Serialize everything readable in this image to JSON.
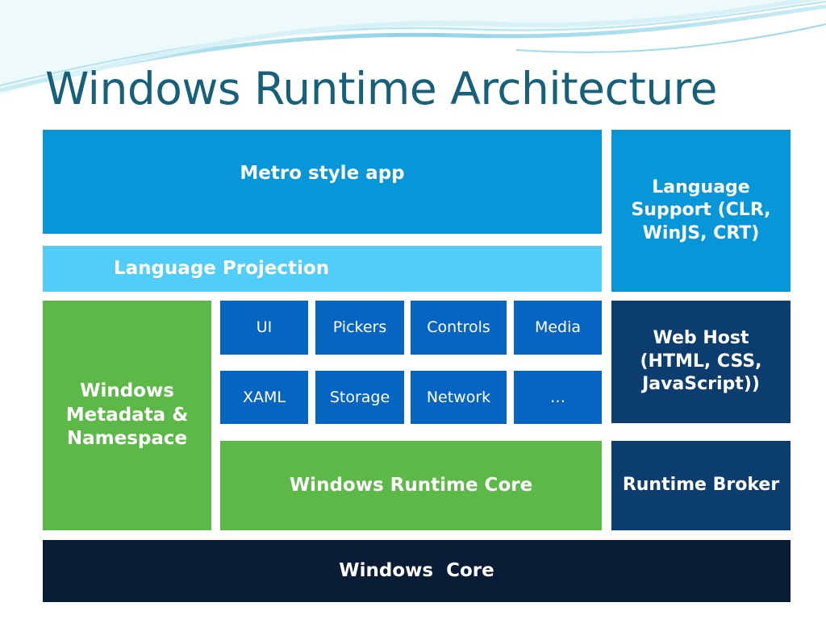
{
  "title": "Windows Runtime Architecture",
  "blocks": {
    "metro_app": "Metro style app",
    "language_projection": "Language Projection",
    "language_support": "Language Support (CLR, WinJS, CRT)",
    "metadata_namespace": "Windows Metadata & Namespace",
    "runtime_core": "Windows Runtime Core",
    "web_host": "Web Host (HTML, CSS, JavaScript))",
    "runtime_broker": "Runtime Broker",
    "windows_core": "Windows  Core"
  },
  "components": [
    "UI",
    "Pickers",
    "Controls",
    "Media",
    "XAML",
    "Storage",
    "Network",
    "…"
  ],
  "colors": {
    "title": "#17607a",
    "metro_app": "#0796d7",
    "language_projection": "#50cdf8",
    "language_support": "#0796d7",
    "components": "#0765c2",
    "green": "#5cb947",
    "navy": "#0b3d6e",
    "windows_core": "#091c35"
  }
}
